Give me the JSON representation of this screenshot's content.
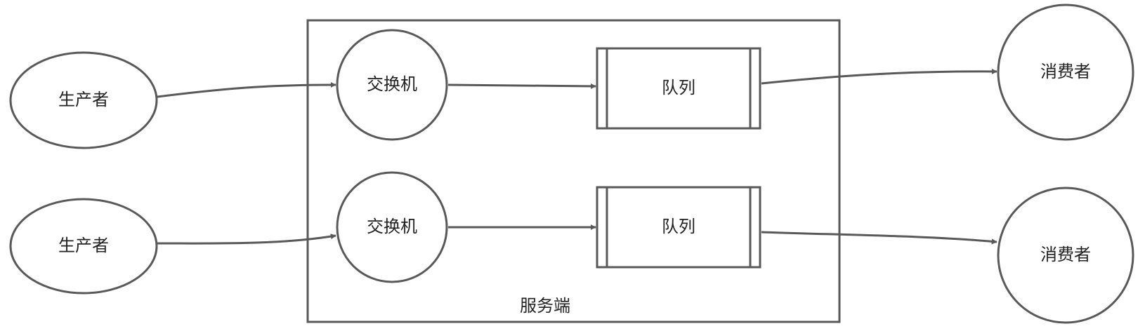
{
  "diagram": {
    "server_label": "服务端",
    "producers": [
      {
        "label": "生产者"
      },
      {
        "label": "生产者"
      }
    ],
    "exchanges": [
      {
        "label": "交换机"
      },
      {
        "label": "交换机"
      }
    ],
    "queues": [
      {
        "label": "队列"
      },
      {
        "label": "队列"
      }
    ],
    "consumers": [
      {
        "label": "消费者"
      },
      {
        "label": "消费者"
      }
    ],
    "colors": {
      "stroke": "#595959",
      "text": "#222222",
      "background": "#ffffff"
    }
  }
}
